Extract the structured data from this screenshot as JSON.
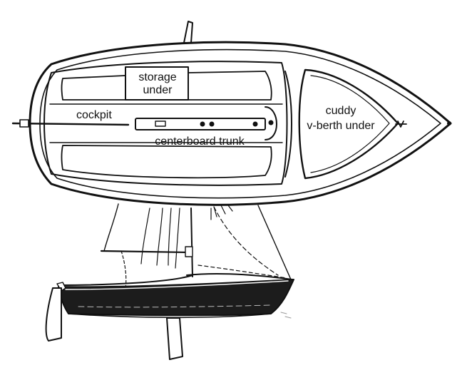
{
  "labels": {
    "storage": [
      "storage",
      "under"
    ],
    "cockpit": "cockpit",
    "centerboard": "centerboard trunk",
    "cuddy": [
      "cuddy",
      "v-berth under"
    ]
  },
  "colors": {
    "ink": "#111111",
    "hull_band": "#1c1c1c",
    "paper": "#ffffff"
  }
}
